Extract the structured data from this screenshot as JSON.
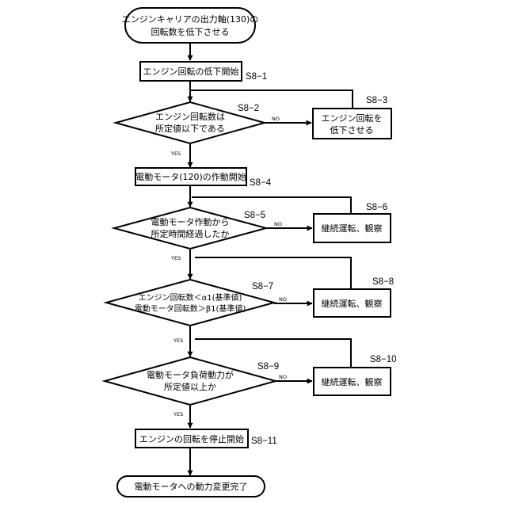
{
  "start": {
    "line1": "エンジンキャリアの出力軸(130)の",
    "line2": "回転数を低下させる"
  },
  "steps": {
    "s8_1": {
      "label": "S8−1",
      "text": "エンジン回転の低下開始"
    },
    "s8_2": {
      "label": "S8−2",
      "line1": "エンジン回転数は",
      "line2": "所定値以下である"
    },
    "s8_3": {
      "label": "S8−3",
      "line1": "エンジン回転を",
      "line2": "低下させる"
    },
    "s8_4": {
      "label": "S8−4",
      "text": "電動モータ(120)の作動開始"
    },
    "s8_5": {
      "label": "S8−5",
      "line1": "電動モータ作動から",
      "line2": "所定時間経過したか"
    },
    "s8_6": {
      "label": "S8−6",
      "text": "継続運転、観察"
    },
    "s8_7": {
      "label": "S8−7",
      "line1": "エンジン回転数＜α1(基準値)",
      "line2": "電動モータ回転数＞β1(基準値)"
    },
    "s8_8": {
      "label": "S8−8",
      "text": "継続運転、観察"
    },
    "s8_9": {
      "label": "S8−9",
      "line1": "電動モータ負荷動力が",
      "line2": "所定値以上か"
    },
    "s8_10": {
      "label": "S8−10",
      "text": "継続運転、観察"
    },
    "s8_11": {
      "label": "S8−11",
      "text": "エンジンの回転を停止開始"
    }
  },
  "end": {
    "text": "電動モータへの動力変更完了"
  },
  "branch": {
    "yes": "YES",
    "no": "NO"
  }
}
